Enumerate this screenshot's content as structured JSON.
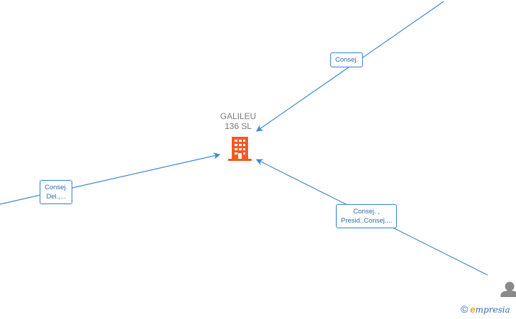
{
  "center_node": {
    "name_line1": "GALILEU",
    "name_line2": "136 SL",
    "icon": "building-icon",
    "icon_color": "#f15a24"
  },
  "edges": [
    {
      "id": "top-right",
      "label_lines": [
        "Consej."
      ]
    },
    {
      "id": "left",
      "label_lines": [
        "Consej.",
        "Del.,..."
      ]
    },
    {
      "id": "bottom-right",
      "label_lines": [
        "Consej. ,",
        "Presid.,Consej...."
      ]
    }
  ],
  "person_node": {
    "icon": "person-icon",
    "icon_color": "#8a8a8a"
  },
  "footer": {
    "copyright": "©",
    "brand_initial": "e",
    "brand_rest": "mpresia"
  },
  "colors": {
    "edge": "#3d86d6",
    "label_text": "#2f6db5",
    "node_text": "#7a7a7a"
  }
}
